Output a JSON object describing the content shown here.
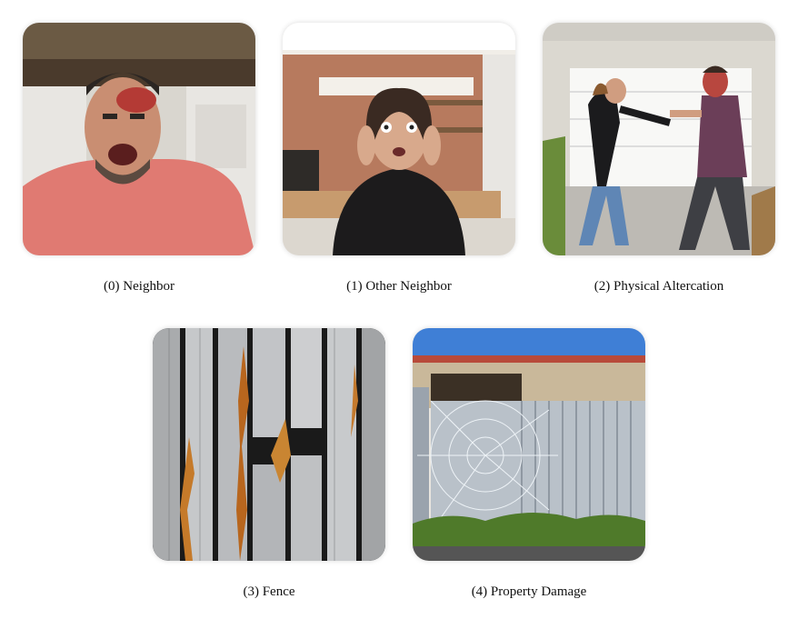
{
  "items": [
    {
      "caption": "(0) Neighbor"
    },
    {
      "caption": "(1) Other Neighbor"
    },
    {
      "caption": "(2) Physical Altercation"
    },
    {
      "caption": "(3) Fence"
    },
    {
      "caption": "(4) Property Damage"
    }
  ]
}
